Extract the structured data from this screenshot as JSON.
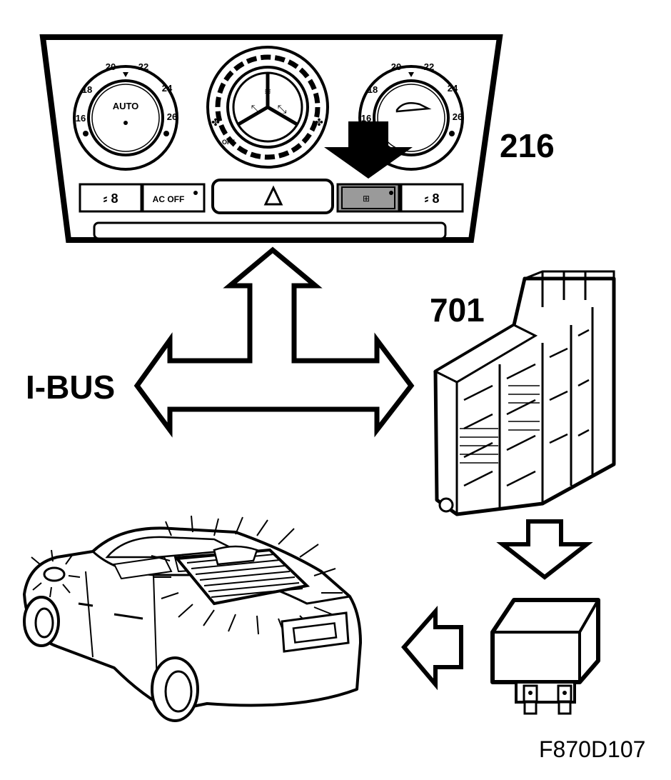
{
  "labels": {
    "panel_ref": "216",
    "module_ref": "701",
    "bus": "I-BUS",
    "figure_code": "F870D107"
  },
  "panel": {
    "left_dial_center": "AUTO",
    "left_dial_ticks": [
      "16",
      "18",
      "20",
      "22",
      "24",
      "26"
    ],
    "right_dial_ticks": [
      "16",
      "18",
      "20",
      "22",
      "24",
      "26"
    ],
    "fan_off": "OFF",
    "ac_off_button": "AC OFF"
  }
}
